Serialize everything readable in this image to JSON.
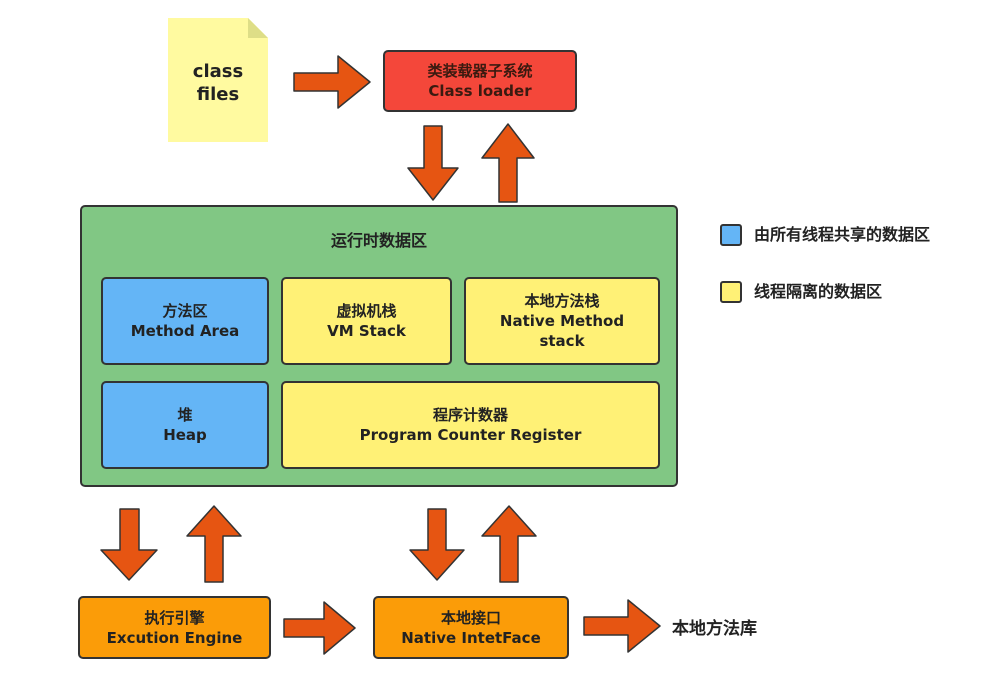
{
  "class_files": {
    "line1": "class",
    "line2": "files"
  },
  "class_loader": {
    "title_cn": "类装载器子系统",
    "title_en": "Class loader"
  },
  "runtime_area": {
    "title": "运行时数据区"
  },
  "method_area": {
    "cn": "方法区",
    "en": "Method Area"
  },
  "vm_stack": {
    "cn": "虚拟机栈",
    "en": "VM Stack"
  },
  "native_stack": {
    "cn": "本地方法栈",
    "en1": "Native Method",
    "en2": "stack"
  },
  "heap": {
    "cn": "堆",
    "en": "Heap"
  },
  "pc_register": {
    "cn": "程序计数器",
    "en": "Program Counter Register"
  },
  "execution_engine": {
    "cn": "执行引擎",
    "en": "Excution Engine"
  },
  "native_interface": {
    "cn": "本地接口",
    "en": "Native IntetFace"
  },
  "native_library": {
    "label": "本地方法库"
  },
  "legend": {
    "shared": "由所有线程共享的数据区",
    "isolated": "线程隔离的数据区"
  },
  "colors": {
    "class_loader": "#f4473a",
    "runtime_area": "#81c784",
    "shared": "#64b5f6",
    "isolated": "#fff176",
    "engine": "#fb9c08",
    "arrow": "#e65512",
    "note": "#fffaa0",
    "note_fold": "#dede87"
  }
}
